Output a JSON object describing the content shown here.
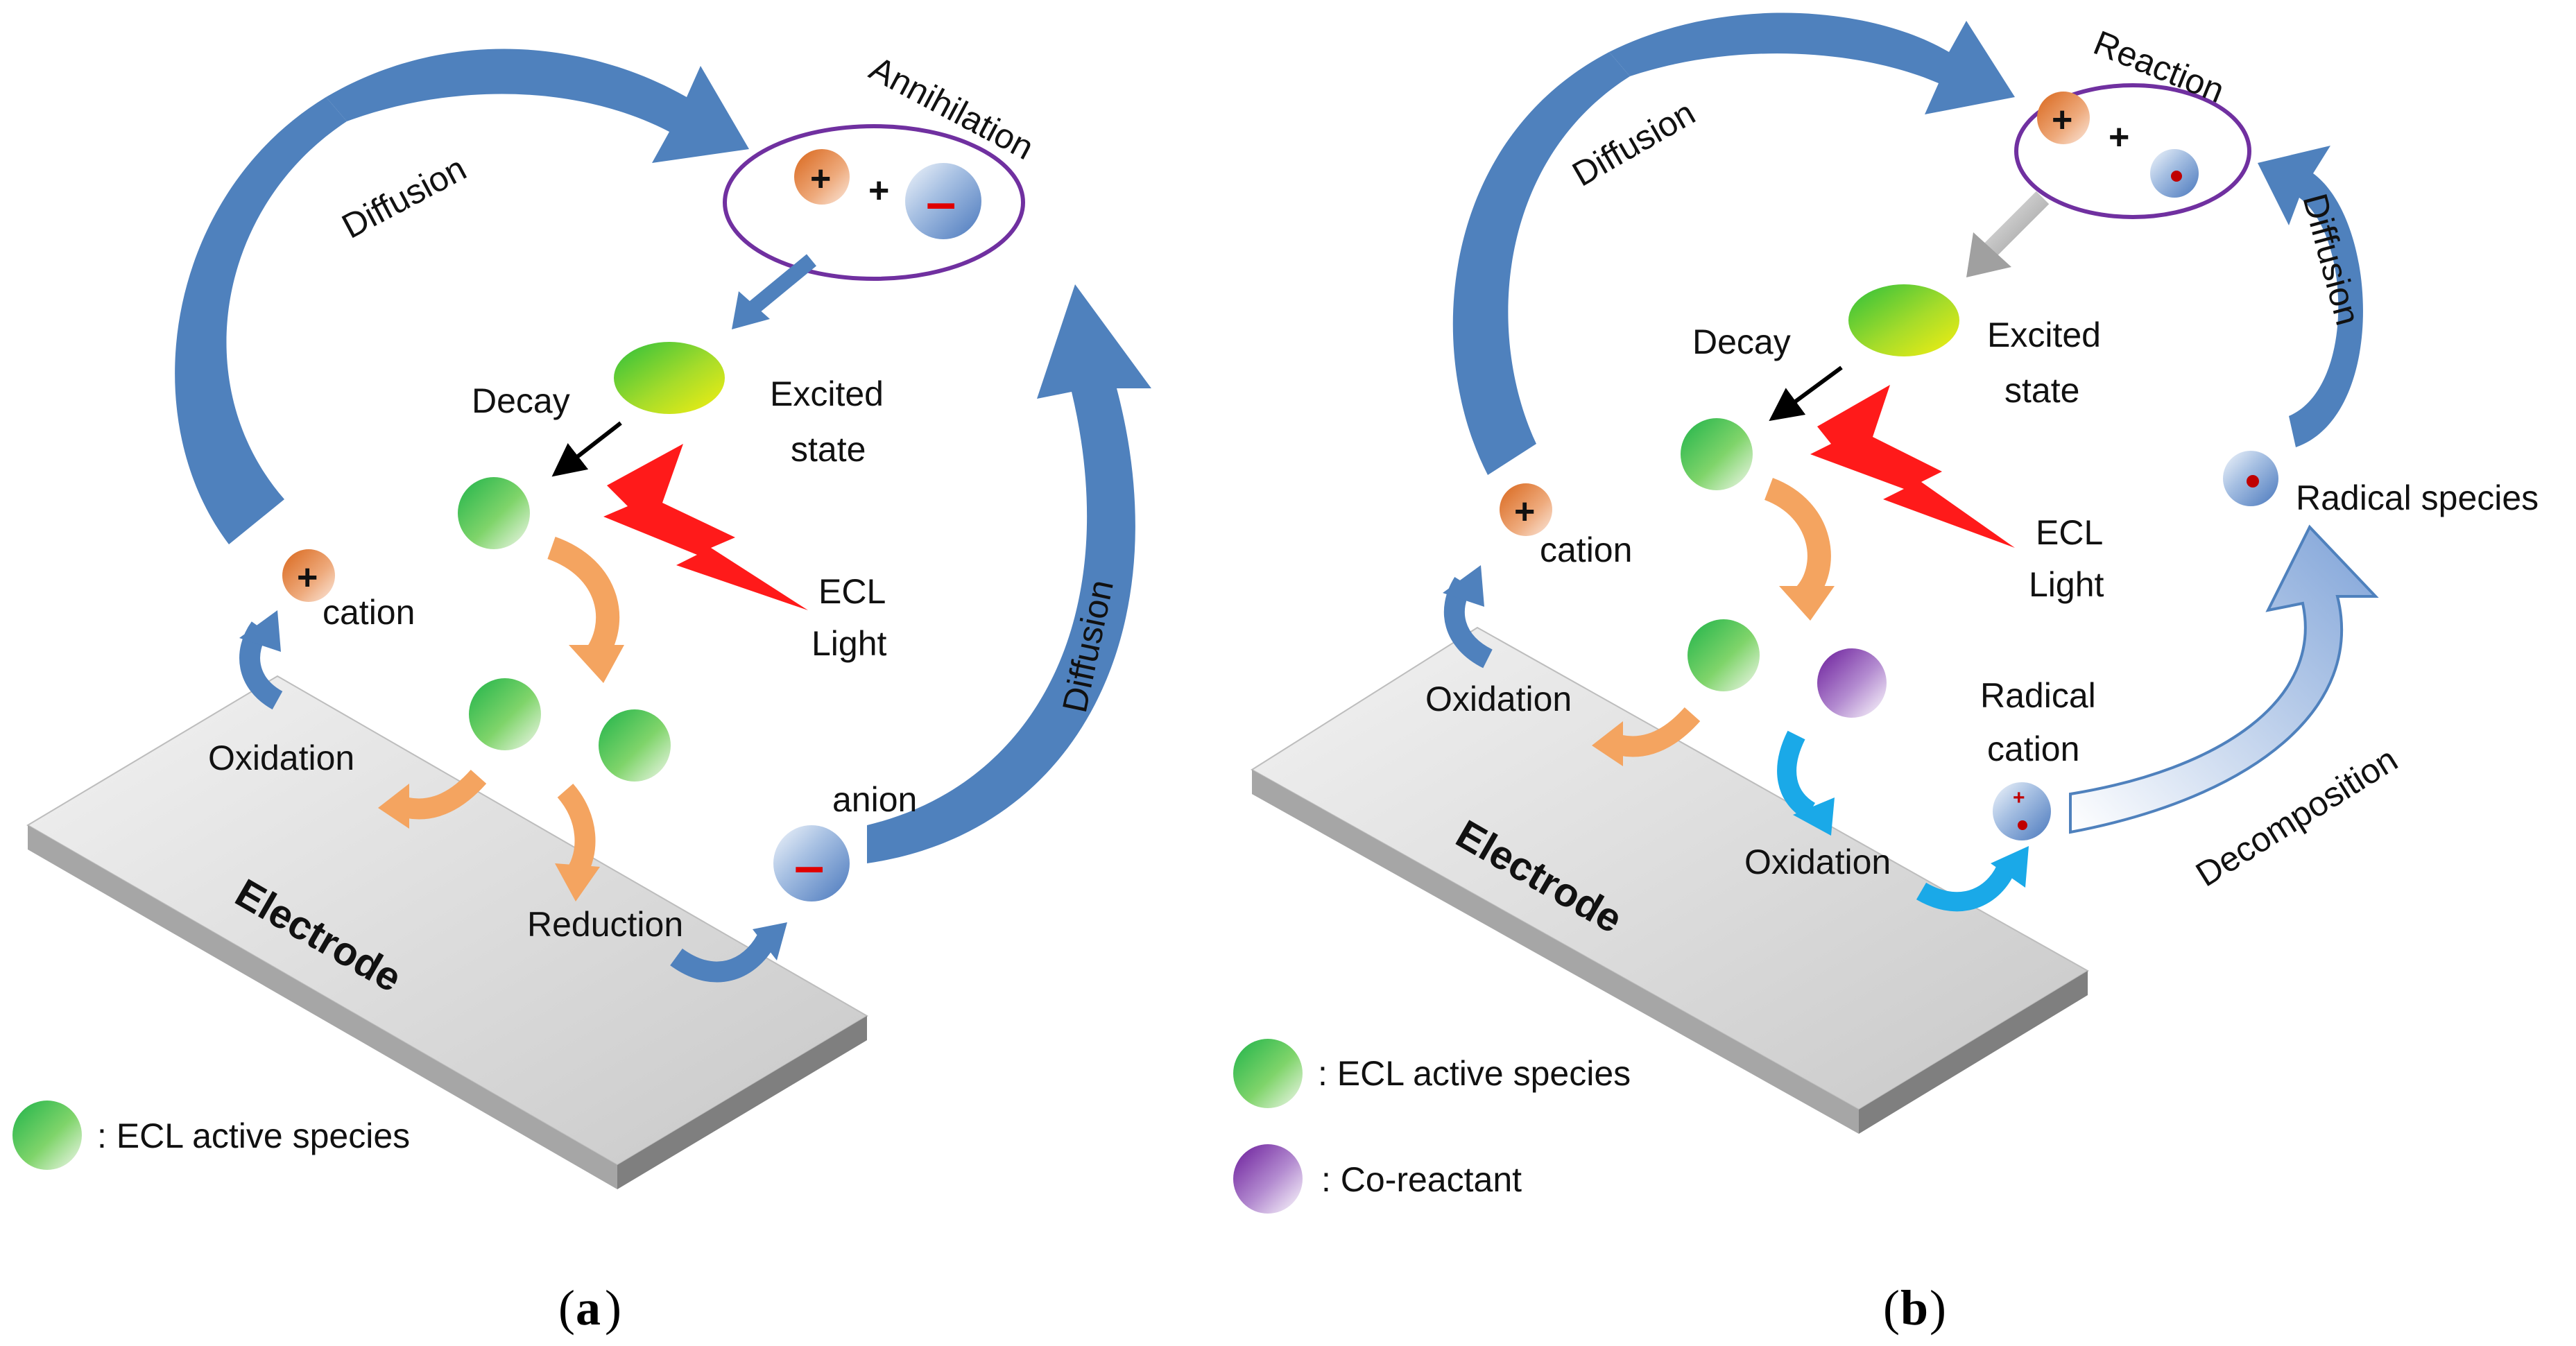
{
  "panel_a": {
    "tag_open": "(",
    "tag_letter": "a",
    "tag_close": ")",
    "annihilation": "Annihilation",
    "diffusion_left": "Diffusion",
    "diffusion_right": "Diffusion",
    "decay": "Decay",
    "excited_1": "Excited",
    "excited_2": "state",
    "ecl_1": "ECL",
    "ecl_2": "Light",
    "cation": "cation",
    "oxidation": "Oxidation",
    "reduction": "Reduction",
    "anion": "anion",
    "electrode": "Electrode",
    "legend_active": ": ECL active species",
    "plus": "+",
    "minus": "–"
  },
  "panel_b": {
    "tag_open": "(",
    "tag_letter": "b",
    "tag_close": ")",
    "reaction": "Reaction",
    "diffusion_left": "Diffusion",
    "diffusion_right": "Diffusion",
    "decay": "Decay",
    "excited_1": "Excited",
    "excited_2": "state",
    "ecl_1": "ECL",
    "ecl_2": "Light",
    "cation": "cation",
    "radical_species": "Radical species",
    "oxidation_left": "Oxidation",
    "oxidation_mid": "Oxidation",
    "radical_cation_1": "Radical",
    "radical_cation_2": "cation",
    "decomposition": "Decomposition",
    "electrode": "Electrode",
    "legend_active": ": ECL active species",
    "legend_coreactant": ": Co-reactant",
    "plus": "+"
  },
  "colors": {
    "blue_arrow": "#4f81bd",
    "orange_arrow": "#f4a460",
    "cyan_arrow": "#1aa9e8",
    "ellipse_purple": "#7030a0",
    "lightning": "#ff1a1a",
    "electrode_top": "#d9d9d9"
  },
  "icons": [
    "right-arrow-icon",
    "curved-arrow-icon",
    "lightning-icon"
  ]
}
